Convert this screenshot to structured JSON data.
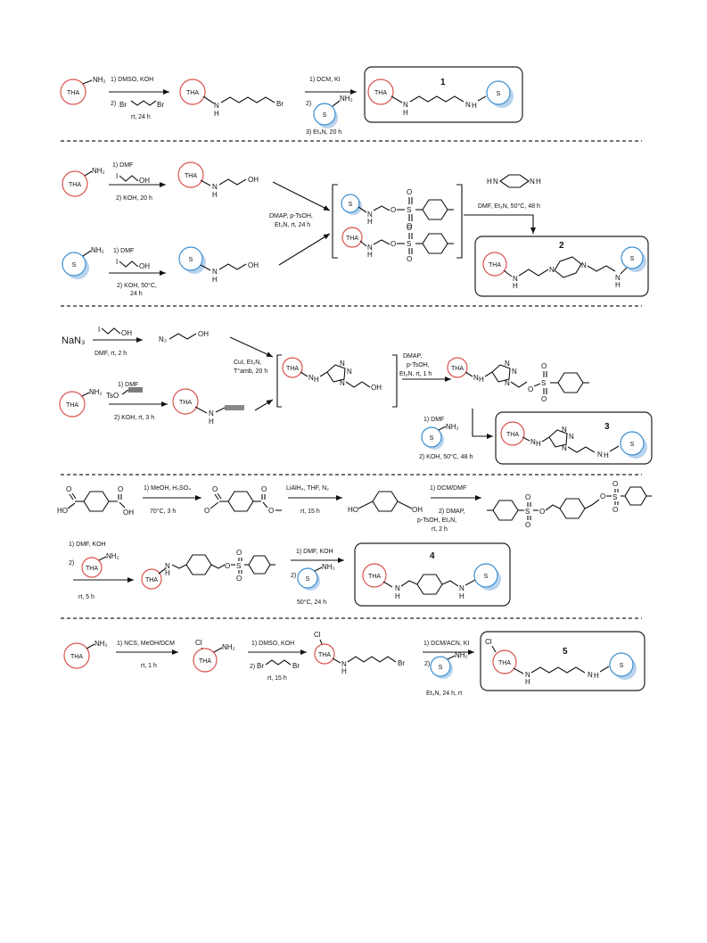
{
  "units": {
    "tha": "THA",
    "s": "S"
  },
  "atoms": {
    "nh2": "NH₂",
    "n": "N",
    "h": "H",
    "br": "Br",
    "oh": "OH",
    "o": "O",
    "s": "S",
    "cl": "Cl",
    "n3": "N₃",
    "i": "I",
    "tso": "TsO",
    "nan3": "NaN₃",
    "ho": "HO"
  },
  "compounds": [
    "1",
    "2",
    "3",
    "4",
    "5"
  ],
  "row1": {
    "step1": [
      "1) DMSO, KOH",
      "2)",
      "rt, 24 h"
    ],
    "step2": [
      "1) DCM, KI",
      "2)",
      "3) Et₃N, 20 h"
    ]
  },
  "row2": {
    "step_a": [
      "1) DMF",
      "2) KOH, 20 h"
    ],
    "step_b": [
      "1) DMF",
      "2) KOH, 50°C,",
      "24 h"
    ],
    "tosylation": [
      "DMAP, p-TsOH,",
      "Et₃N, rt, 24 h"
    ],
    "piperazine": "DMF, Et₃N, 50°C, 48 h"
  },
  "row3": {
    "azide": "DMF, rt,  2 h",
    "alkyne": [
      "1) DMF",
      "2) KOH, rt, 3 h"
    ],
    "click": [
      "CuI, Et₃N,",
      "T°amb, 20 h"
    ],
    "tosylation": [
      "DMAP,",
      "p-TsOH,",
      "Et₃N, rt, 1 h"
    ],
    "amination": [
      "1) DMF",
      "2) KOH, 50°C, 48 h"
    ]
  },
  "row4": {
    "ester": [
      "1) MeOH, H₂SO₄",
      "70°C, 3 h"
    ],
    "reduction": [
      "LiAlH₄, THF, N₂",
      "rt, 15 h"
    ],
    "tosylation": [
      "1) DCM/DMF",
      "2) DMAP,",
      "p-TsOH, Et₃N,",
      "rt, 2 h"
    ],
    "amination1": [
      "1) DMF, KOH",
      "2)",
      "rt, 5 h"
    ],
    "amination2": [
      "1) DMF, KOH",
      "2)",
      "50°C, 24 h"
    ]
  },
  "row5": {
    "chlorination": [
      "1) NCS, MeOH/DCM",
      "rt, 1 h"
    ],
    "alkylation": [
      "1) DMSO, KOH",
      "2)",
      "rt, 15 h"
    ],
    "coupling": [
      "1) DCM/ACN, KI",
      "2)",
      "Et₃N, 24 h, rt"
    ]
  }
}
